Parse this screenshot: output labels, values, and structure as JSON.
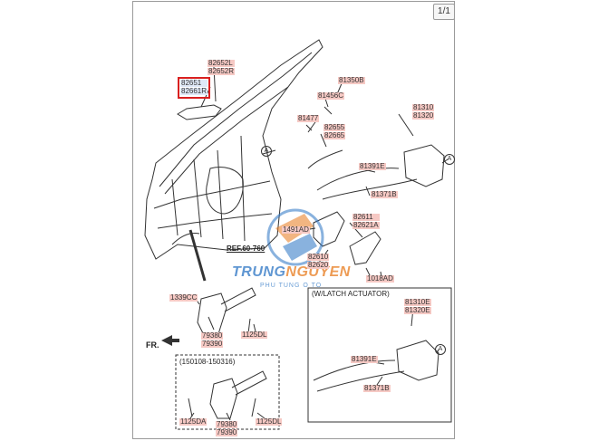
{
  "page_indicator": "1/1",
  "callouts": {
    "c_82652": [
      "82652L",
      "82652R"
    ],
    "c_82651": [
      "82651",
      "82661R"
    ],
    "c_81350b": [
      "81350B"
    ],
    "c_81456c": [
      "81456C"
    ],
    "c_81310": [
      "81310",
      "81320"
    ],
    "c_81477": [
      "81477"
    ],
    "c_82655": [
      "82655",
      "82665"
    ],
    "c_81391e_top": [
      "81391E"
    ],
    "c_81371b_top": [
      "81371B"
    ],
    "c_82611": [
      "82611",
      "82621A"
    ],
    "c_1491ad": [
      "1491AD"
    ],
    "c_82610": [
      "82610",
      "82620"
    ],
    "c_1018ad": [
      "1018AD"
    ],
    "c_1339cc": [
      "1339CC"
    ],
    "c_79380_a": [
      "79380",
      "79390"
    ],
    "c_1125dl_a": [
      "1125DL"
    ],
    "c_81310e": [
      "81310E",
      "81320E"
    ],
    "c_81391e_bot": [
      "81391E"
    ],
    "c_81371b_bot": [
      "81371B"
    ],
    "c_1125da": [
      "1125DA"
    ],
    "c_79380_b": [
      "79380",
      "79390"
    ],
    "c_1125dl_b": [
      "1125DL"
    ]
  },
  "labels": {
    "ref": "REF.60-760",
    "fr": "FR.",
    "latch_actuator": "(W/LATCH ACTUATOR)",
    "date_range": "(150108-150316)",
    "circle_a": "A"
  },
  "watermark": {
    "brand_a": "TRUNG",
    "brand_b": "NGUYEN",
    "tagline": "PHU TUNG O TO"
  },
  "colors": {
    "callout_bg": "#f6c9c4",
    "highlight_border": "#d92020",
    "line": "#333333",
    "watermark_blue": "#2a74c4",
    "watermark_orange": "#e87a1c"
  }
}
